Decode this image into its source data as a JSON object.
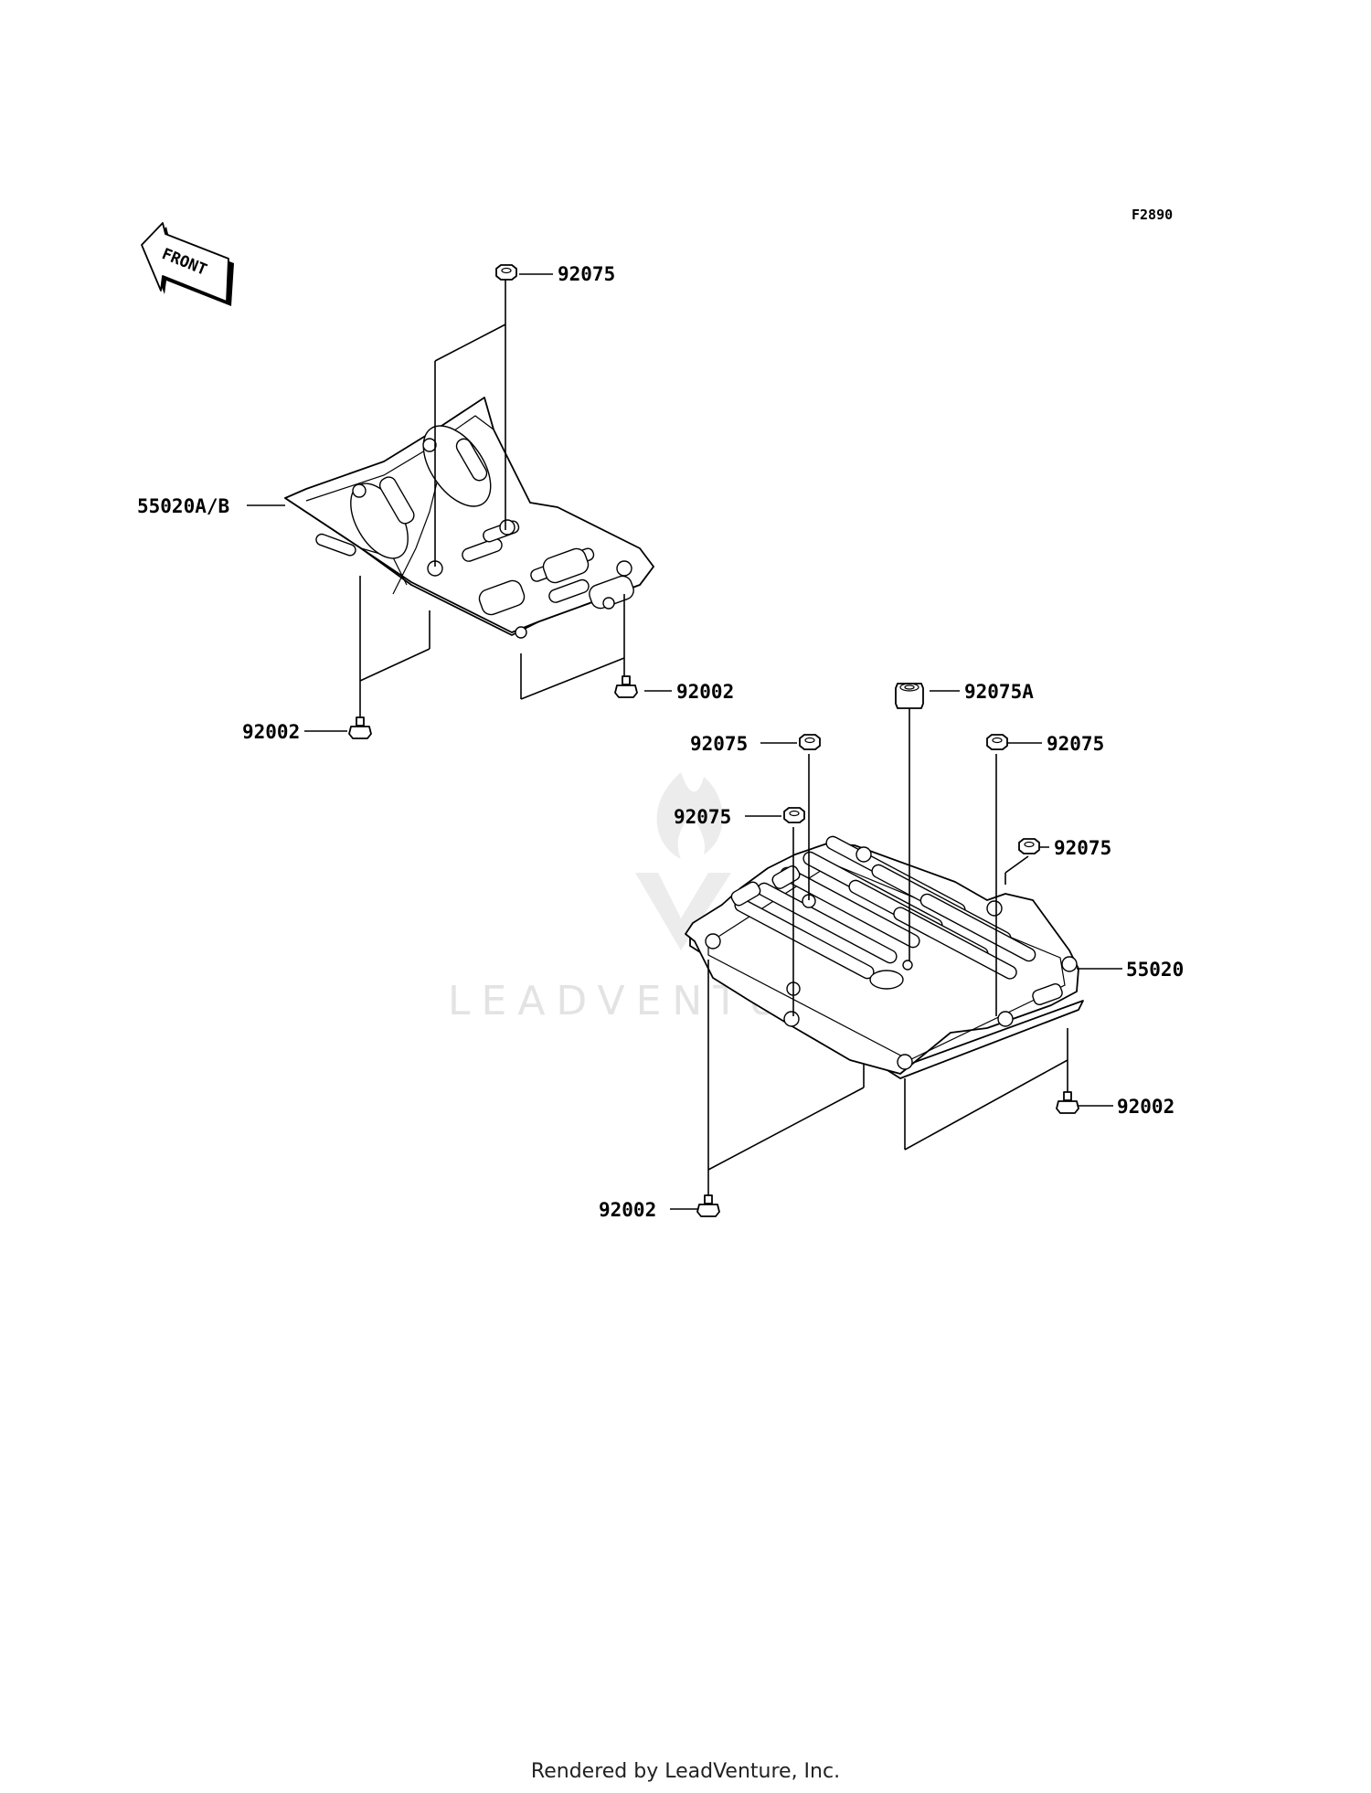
{
  "figure_code": "F2890",
  "front_label": "FRONT",
  "watermark_text": "LEADVENTURE",
  "footer": "Rendered by LeadVenture, Inc.",
  "labels": {
    "upper_guard": {
      "part": "55020A/B",
      "nut_top": "92075",
      "bolt_right": "92002",
      "bolt_left": "92002"
    },
    "lower_guard": {
      "part": "55020",
      "collar": "92075A",
      "nut_upper_left": "92075",
      "nut_left": "92075",
      "nut_upper_right": "92075",
      "nut_right": "92075",
      "bolt_right": "92002",
      "bolt_bottom": "92002"
    }
  },
  "colors": {
    "ink": "#000000",
    "watermark": "#e3e3e3"
  }
}
